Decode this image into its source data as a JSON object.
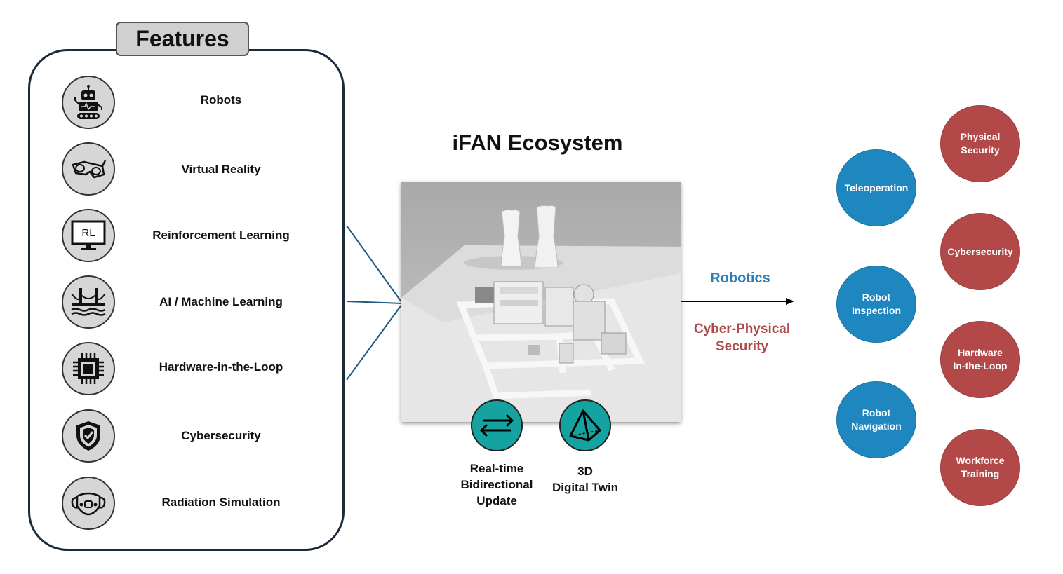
{
  "features": {
    "title": "Features",
    "items": [
      {
        "label": "Robots",
        "icon": "robot-icon"
      },
      {
        "label": "Virtual Reality",
        "icon": "vr-glasses-icon"
      },
      {
        "label": "Reinforcement Learning",
        "icon": "monitor-rl-icon",
        "icon_text": "RL"
      },
      {
        "label": "AI / Machine Learning",
        "icon": "bridge-icon"
      },
      {
        "label": "Hardware-in-the-Loop",
        "icon": "chip-icon"
      },
      {
        "label": "Cybersecurity",
        "icon": "shield-check-icon"
      },
      {
        "label": "Radiation Simulation",
        "icon": "mask-icon"
      }
    ]
  },
  "center": {
    "title": "iFAN Ecosystem",
    "realtime_lines": [
      "Real-time",
      "Bidirectional",
      "Update"
    ],
    "twin_lines": [
      "3D",
      "Digital Twin"
    ]
  },
  "right": {
    "robotics": "Robotics",
    "cps_lines": [
      "Cyber-Physical",
      "Security"
    ],
    "robotics_items": [
      {
        "lines": [
          "Teleoperation"
        ]
      },
      {
        "lines": [
          "Robot",
          "Inspection"
        ]
      },
      {
        "lines": [
          "Robot",
          "Navigation"
        ]
      }
    ],
    "security_items": [
      {
        "lines": [
          "Physical",
          "Security"
        ]
      },
      {
        "lines": [
          "Cybersecurity"
        ]
      },
      {
        "lines": [
          "Hardware",
          "In-the-Loop"
        ]
      },
      {
        "lines": [
          "Workforce",
          "Training"
        ]
      }
    ]
  },
  "colors": {
    "robotics_blue": "#1f87bf",
    "security_red": "#b34848",
    "teal": "#14a3a0",
    "panel_border": "#1b2a3a"
  }
}
